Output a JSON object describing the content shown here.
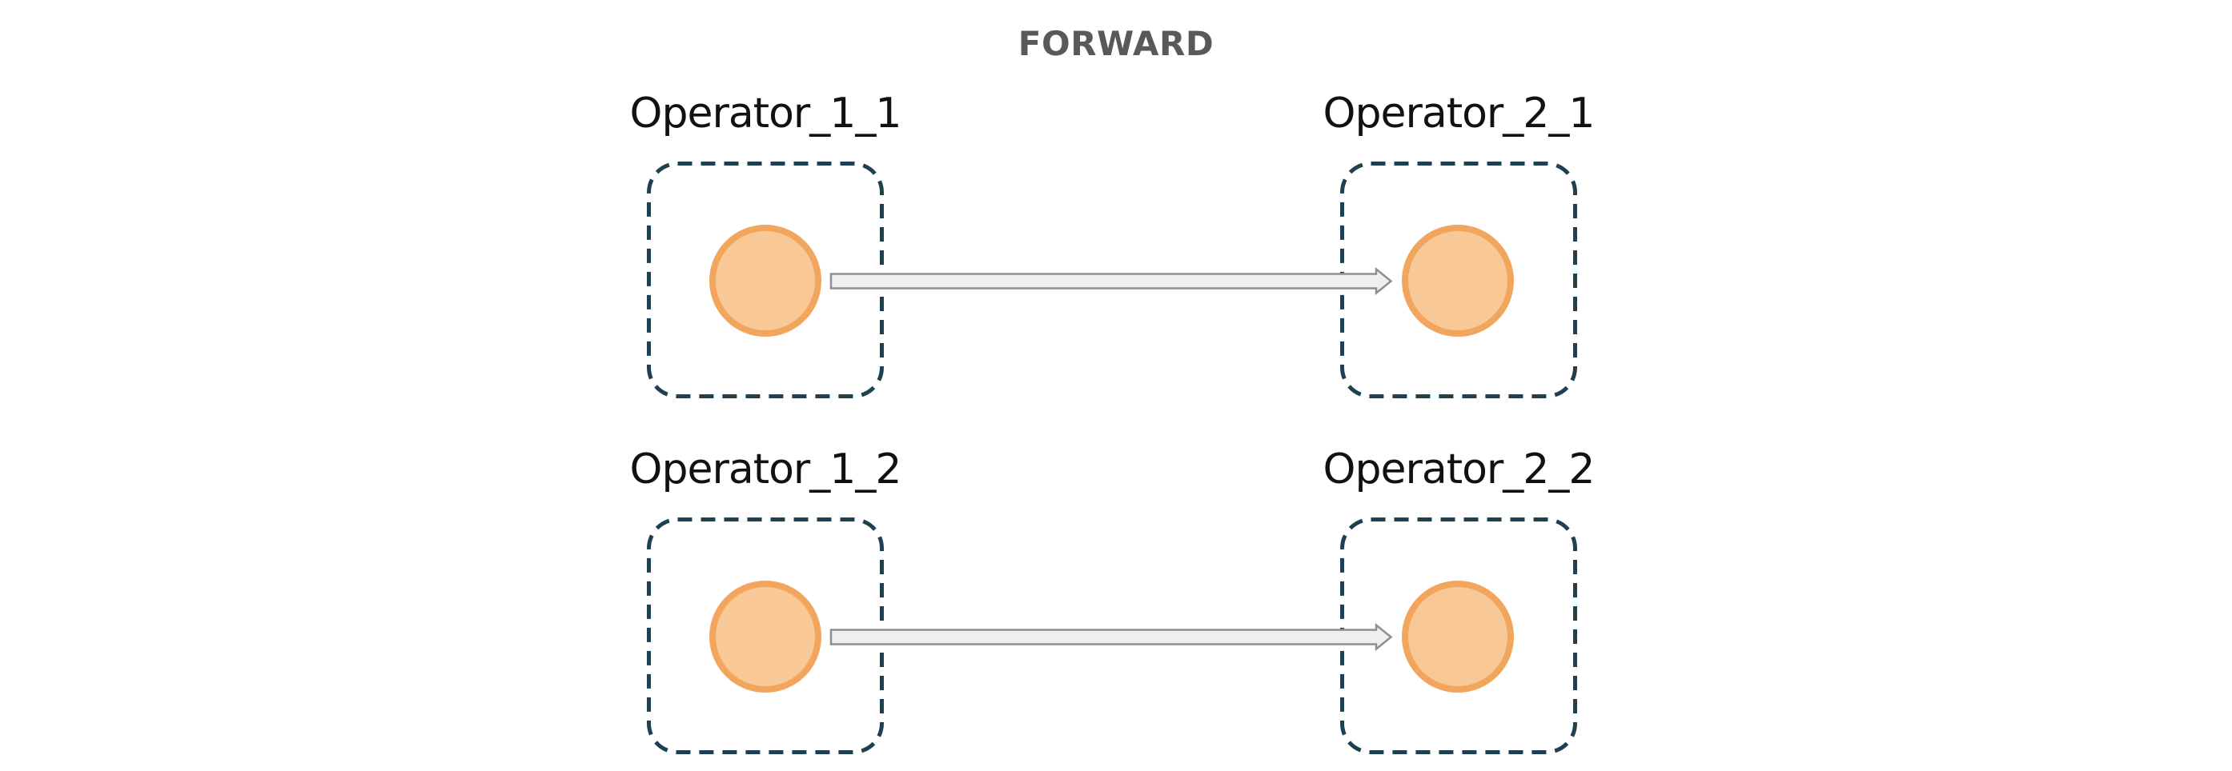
{
  "title": "FORWARD",
  "colors": {
    "background": "#ffffff",
    "title_text": "#595959",
    "label_text": "#111111",
    "box_border": "#1e4050",
    "node_fill": "#f8c996",
    "node_border": "#f2a55c",
    "arrow_fill": "#efefef",
    "arrow_border": "#8f8f8f"
  },
  "operators": {
    "row1": {
      "source": "Operator_1_1",
      "target": "Operator_2_1"
    },
    "row2": {
      "source": "Operator_1_2",
      "target": "Operator_2_2"
    }
  },
  "connections": [
    {
      "from": "Operator_1_1",
      "to": "Operator_2_1",
      "direction": "forward"
    },
    {
      "from": "Operator_1_2",
      "to": "Operator_2_2",
      "direction": "forward"
    }
  ]
}
